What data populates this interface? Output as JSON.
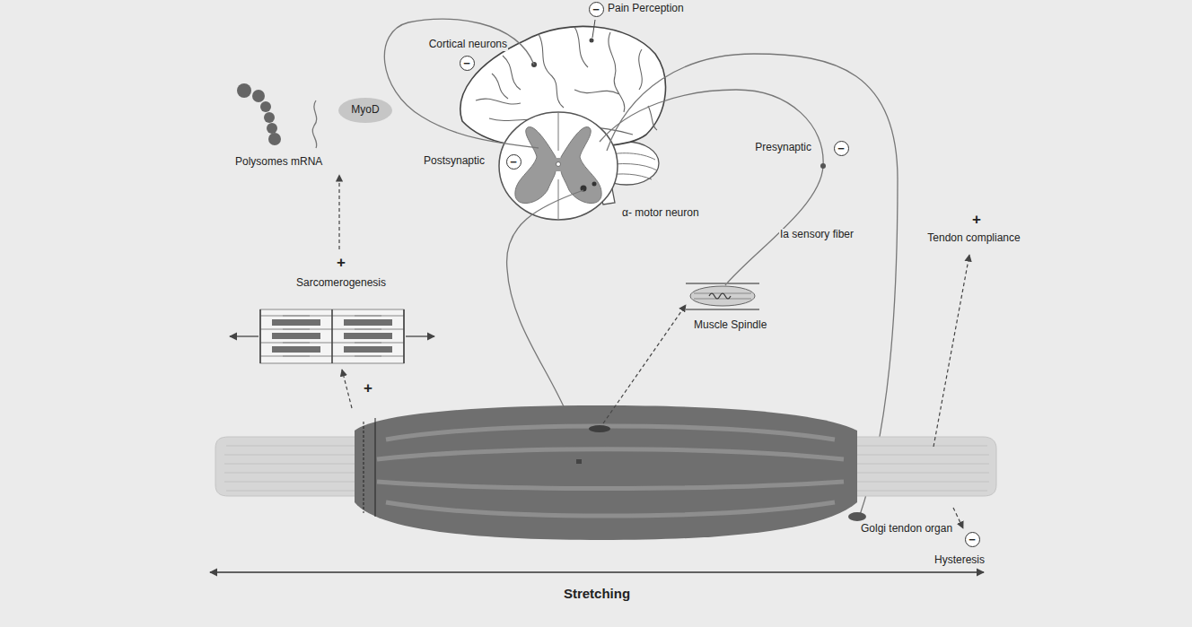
{
  "diagram": {
    "nodes": [
      {
        "text": [
          "−"
        ]
      },
      {
        "text": [
          "−"
        ]
      },
      {
        "text": [
          "MyoD"
        ]
      },
      {
        "text": [
          "−"
        ]
      },
      {
        "text": [
          "−"
        ]
      },
      {
        "text": [
          "−"
        ]
      }
    ],
    "labels": [
      "Pain Perception",
      "Cortical neurons",
      "Polysomes mRNA",
      "Presynaptic",
      "Postsynaptic",
      "α- motor neuron",
      "Ia sensory fiber",
      "+",
      "Sarcomerogenesis",
      "+",
      "Tendon compliance",
      "Muscle Spindle",
      "+",
      "Golgi tendon organ",
      "Hysteresis",
      "Stretching"
    ]
  }
}
